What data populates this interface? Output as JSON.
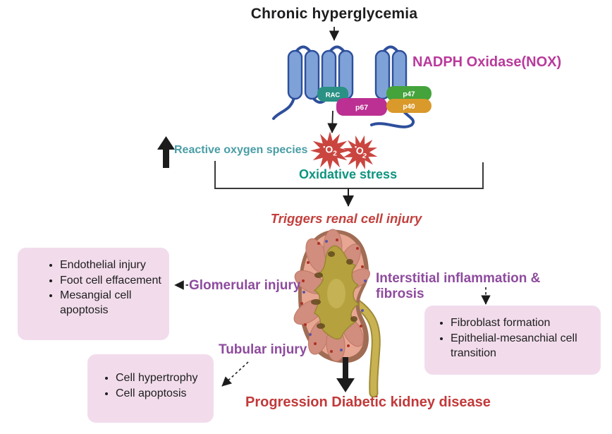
{
  "title": "Chronic hyperglycemia",
  "nox": {
    "label": "NADPH Oxidase(NOX)",
    "subunits": {
      "rac": "RAC",
      "p67": "p67",
      "p47": "p47",
      "p40": "p40"
    }
  },
  "ros": {
    "label": "Reactive oxygen species",
    "oxidative_label": "Oxidative stress",
    "radical_dot": "•",
    "symbol_o": "O",
    "symbol_sub": "2"
  },
  "trigger_label": "Triggers renal cell injury",
  "pathways": {
    "glomerular": {
      "label": "Glomerular injury",
      "items": [
        "Endothelial injury",
        "Foot cell effacement",
        "Mesangial cell apoptosis"
      ]
    },
    "interstitial": {
      "label_line1": "Interstitial inflammation &",
      "label_line2": "fibrosis",
      "items": [
        "Fibroblast formation",
        "Epithelial-mesanchial cell transition"
      ]
    },
    "tubular": {
      "label": "Tubular injury",
      "items": [
        "Cell hypertrophy",
        "Cell apoptosis"
      ]
    }
  },
  "outcome_label": "Progression Diabetic kidney disease",
  "colors": {
    "magenta_label": "#b93a9b",
    "teal_label": "#4a9da6",
    "green_label": "#0e9480",
    "purple_label": "#8e4b9e",
    "red_label": "#c2393a",
    "pink_box": "#f2dcec",
    "starburst_red": "#ca453f",
    "helix_blue": "#7ea2d8",
    "membrane_line": "#2e4f9c",
    "rac_teal": "#2a9184",
    "p67_magenta": "#bb3092",
    "p47_green": "#44a33b",
    "p40_orange": "#d9992b",
    "kidney_rim": "#a06c54",
    "kidney_cortex": "#e7a691",
    "kidney_pyramid": "#d18d7d",
    "kidney_pelvis": "#b5a23e"
  }
}
